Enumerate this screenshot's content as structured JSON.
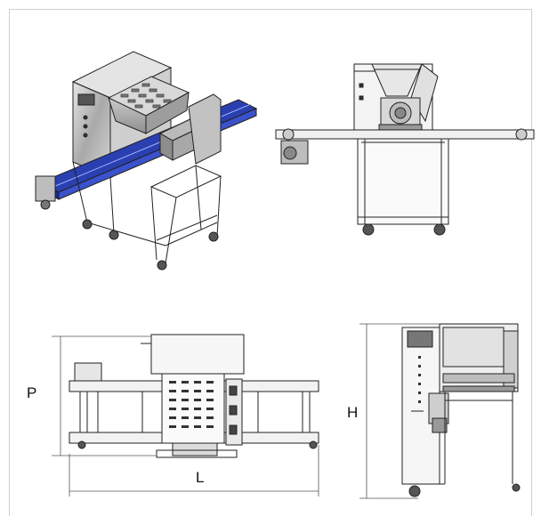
{
  "dimension_labels": {
    "depth": "P",
    "length": "L",
    "height": "H"
  },
  "views": [
    {
      "id": "isometric",
      "description_icon": "machine-isometric-view"
    },
    {
      "id": "front",
      "description_icon": "machine-front-view"
    },
    {
      "id": "top",
      "description_icon": "machine-top-view"
    },
    {
      "id": "side",
      "description_icon": "machine-side-view"
    }
  ],
  "colors": {
    "conveyor_blue": "#2a3fb0",
    "steel": "#b8b8b8",
    "line": "#222222",
    "dim_line": "#555555"
  }
}
